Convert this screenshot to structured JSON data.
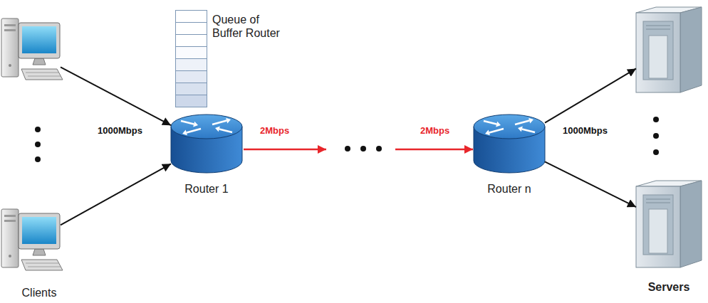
{
  "diagram": {
    "nodes": [
      {
        "text": []
      },
      {
        "text": [
          "Clients"
        ]
      },
      {
        "text": [
          "Queue of Buffer Router"
        ]
      },
      {
        "text": [
          "Router 1"
        ]
      },
      {
        "text": [
          "Router n"
        ]
      },
      {
        "text": []
      },
      {
        "text": [
          "Servers"
        ]
      }
    ],
    "edges": [
      {
        "from": 0,
        "to": 3,
        "arrow": "to"
      },
      {
        "from": 1,
        "to": 3,
        "arrow": "to"
      },
      {
        "from": 4,
        "to": 5,
        "arrow": "to"
      },
      {
        "from": 4,
        "to": 6,
        "arrow": "to"
      }
    ],
    "labels": [
      "1000Mbps",
      "2Mbps",
      "2Mbps",
      "1000Mbps"
    ]
  }
}
